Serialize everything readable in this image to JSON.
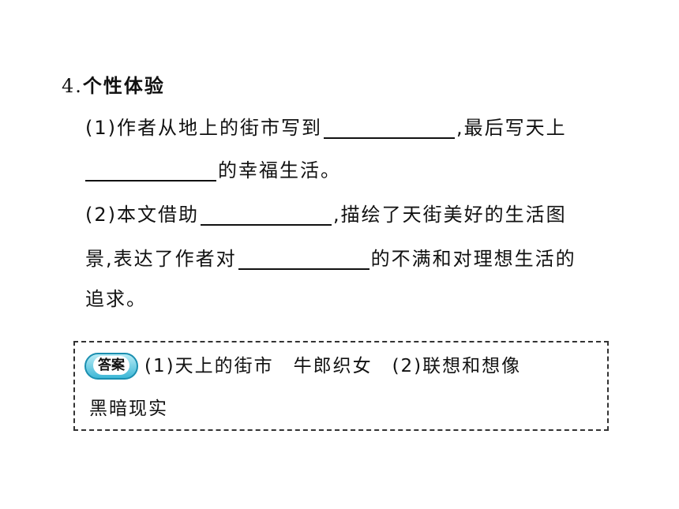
{
  "question": {
    "number": "4.",
    "title": "个性体验",
    "part1": {
      "text_a": "(1)作者从地上的街市写到",
      "text_b": ",最后写天上",
      "text_c": "的幸福生活。"
    },
    "part2": {
      "text_a": "(2)本文借助",
      "text_b": ",描绘了天街美好的生活图",
      "text_c": "景,表达了作者对",
      "text_d": "的不满和对理想生活的",
      "text_e": "追求。"
    }
  },
  "answer": {
    "badge": "答案",
    "line1": "(1)天上的街市　牛郎织女　(2)联想和想像",
    "line2": "黑暗现实"
  },
  "colors": {
    "badge_fill": "#3db7d6",
    "badge_border": "#1b8fb0",
    "box_border": "#333333"
  }
}
